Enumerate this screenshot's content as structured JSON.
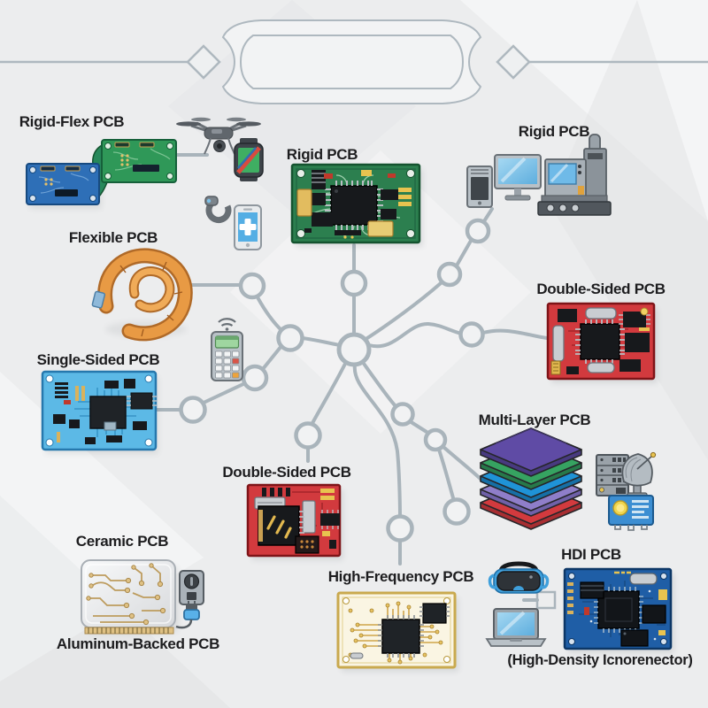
{
  "title_banner": {
    "text": ""
  },
  "palette": {
    "background": "#ecedee",
    "connector_line": "#a9b4bb",
    "label_text": "#1d1d1f",
    "board_green": "#2c7f4f",
    "board_blue_light": "#5cb9e6",
    "board_red": "#d23a3e",
    "board_cream": "#faf5e3",
    "board_blue_dark": "#1f5ea6",
    "board_ceramic": "#ededef",
    "flex_coil_orange": "#e89a44",
    "rigid_flex_blue": "#2e6fb7",
    "rigid_flex_green": "#2f9858",
    "multilayer_colors": [
      "#5f4ba5",
      "#36a361",
      "#1f93d7",
      "#8f7ec9",
      "#d23a3e"
    ]
  },
  "labels": {
    "rigid_flex": "Rigid-Flex PCB",
    "flexible": "Flexible PCB",
    "single_sided": "Single-Sided PCB",
    "ceramic": "Ceramic PCB",
    "aluminum_backed": "Aluminum-Backed PCB",
    "rigid_center": "Rigid PCB",
    "rigid_right": "Rigid PCB",
    "double_sided_right": "Double-Sided PCB",
    "multi_layer": "Multi-Layer PCB",
    "double_sided_bottom": "Double-Sided PCB",
    "high_frequency": "High-Frequency PCB",
    "hdi": "HDI PCB",
    "hdi_sub": "(High-Density Icnorenector)"
  },
  "icons": [
    {
      "name": "drone-icon",
      "shape": "quadcopter silhouette"
    },
    {
      "name": "smartwatch-icon",
      "shape": "watch with color screen"
    },
    {
      "name": "fitness-band-icon",
      "shape": "curved wrist band"
    },
    {
      "name": "medical-phone-icon",
      "shape": "phone with white cross"
    },
    {
      "name": "pos-terminal-icon",
      "shape": "payment keypad with wifi"
    },
    {
      "name": "desktop-tower-icon",
      "shape": "pc tower"
    },
    {
      "name": "monitor-icon",
      "shape": "desktop monitor"
    },
    {
      "name": "cnc-machine-icon",
      "shape": "industrial machine"
    },
    {
      "name": "server-rack-icon",
      "shape": "stacked server units"
    },
    {
      "name": "satellite-dish-icon",
      "shape": "dish antenna"
    },
    {
      "name": "control-box-icon",
      "shape": "blue instrument box"
    },
    {
      "name": "power-outlet-icon",
      "shape": "wall socket"
    },
    {
      "name": "power-plug-icon",
      "shape": "plug with cable"
    },
    {
      "name": "vr-headset-icon",
      "shape": "vr goggles"
    },
    {
      "name": "laptop-icon",
      "shape": "open laptop"
    }
  ]
}
